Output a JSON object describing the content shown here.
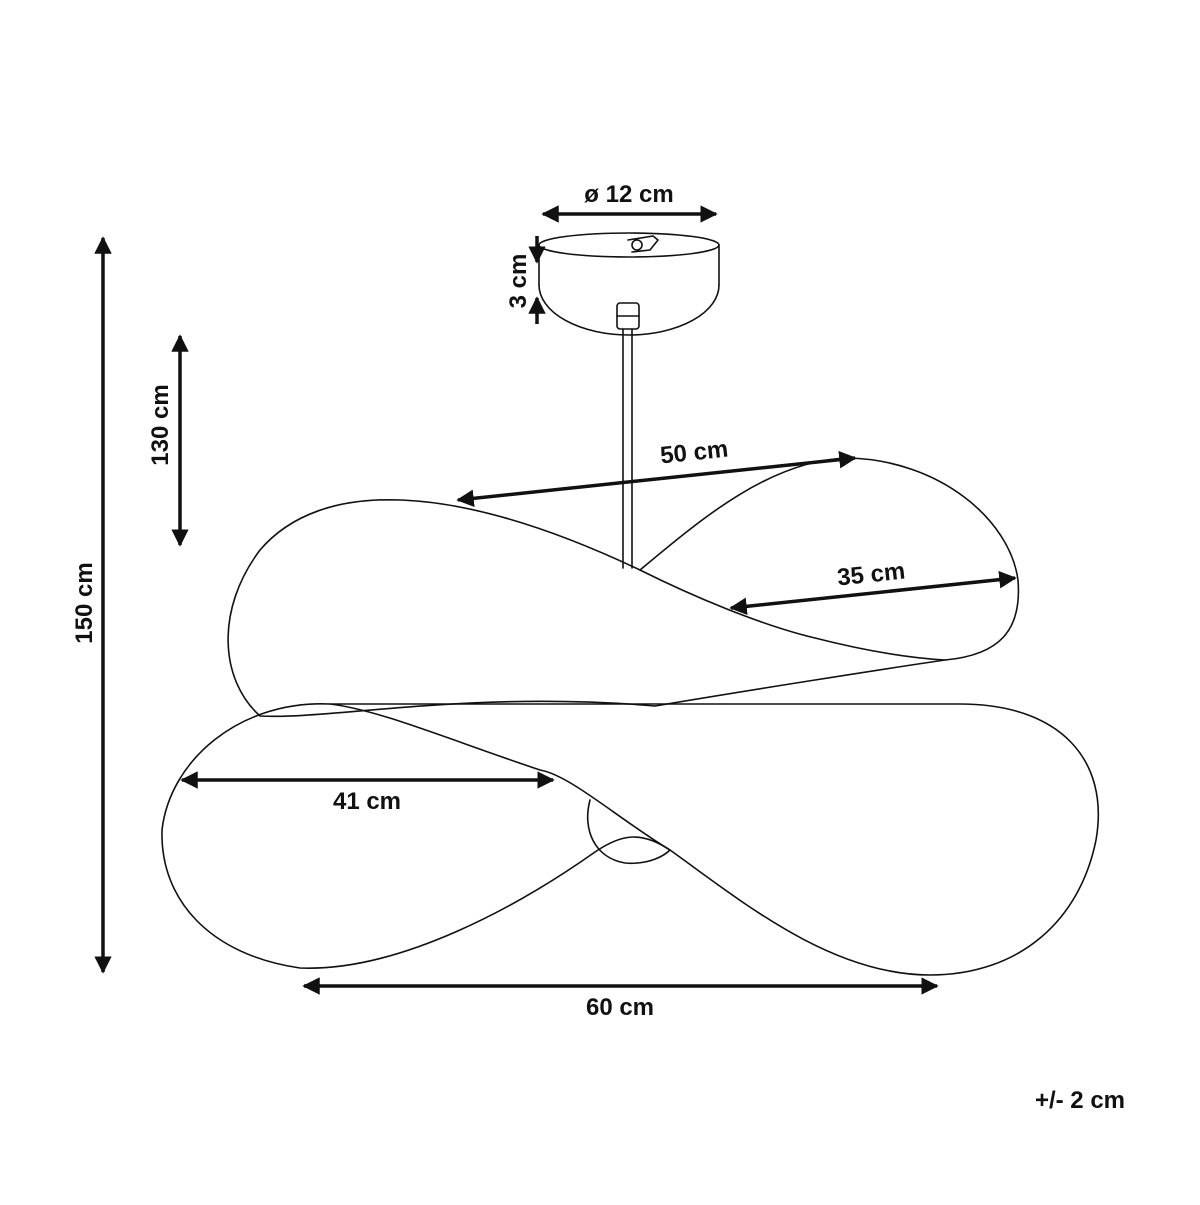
{
  "colors": {
    "line": "#111111",
    "background": "#ffffff"
  },
  "dimensions": {
    "canopy_diameter": "ø 12 cm",
    "canopy_height": "3 cm",
    "drop_130": "130 cm",
    "total_height": "150 cm",
    "upper_length": "50 cm",
    "upper_width": "35 cm",
    "lower_width": "41 cm",
    "overall_width": "60 cm"
  },
  "tolerance": "+/- 2 cm"
}
